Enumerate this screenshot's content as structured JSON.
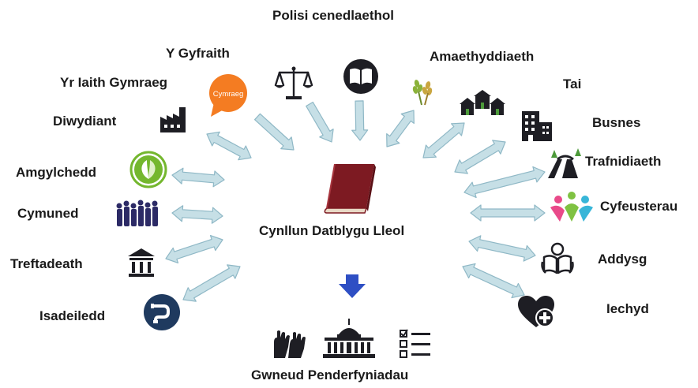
{
  "top_label": "Polisi cenedlaethol",
  "center_label": "Cynllun Datblygu Lleol",
  "bottom_label": "Gwneud Penderfyniadau",
  "badge_text": "Cymraeg",
  "nodes": {
    "law": "Y Gyfraith",
    "welsh": "Yr Iaith Gymraeg",
    "industry": "Diwydiant",
    "environment": "Amgylchedd",
    "community": "Cymuned",
    "heritage": "Treftadeath",
    "infrastructure": "Isadeiledd",
    "agriculture": "Amaethyddiaeth",
    "housing": "Tai",
    "business": "Busnes",
    "transport": "Trafnidiaeth",
    "facilities": "Cyfeusterau",
    "education": "Addysg",
    "health": "Iechyd"
  },
  "colors": {
    "arrow_fill": "#c6dfe6",
    "arrow_stroke": "#8fb8c6",
    "book": "#7d1a22",
    "down_arrow": "#2e4fc4",
    "icon_dark": "#1e1e24",
    "env_green": "#74b72e",
    "welsh_orange": "#f47c22",
    "infra_navy": "#1f3a5f"
  }
}
